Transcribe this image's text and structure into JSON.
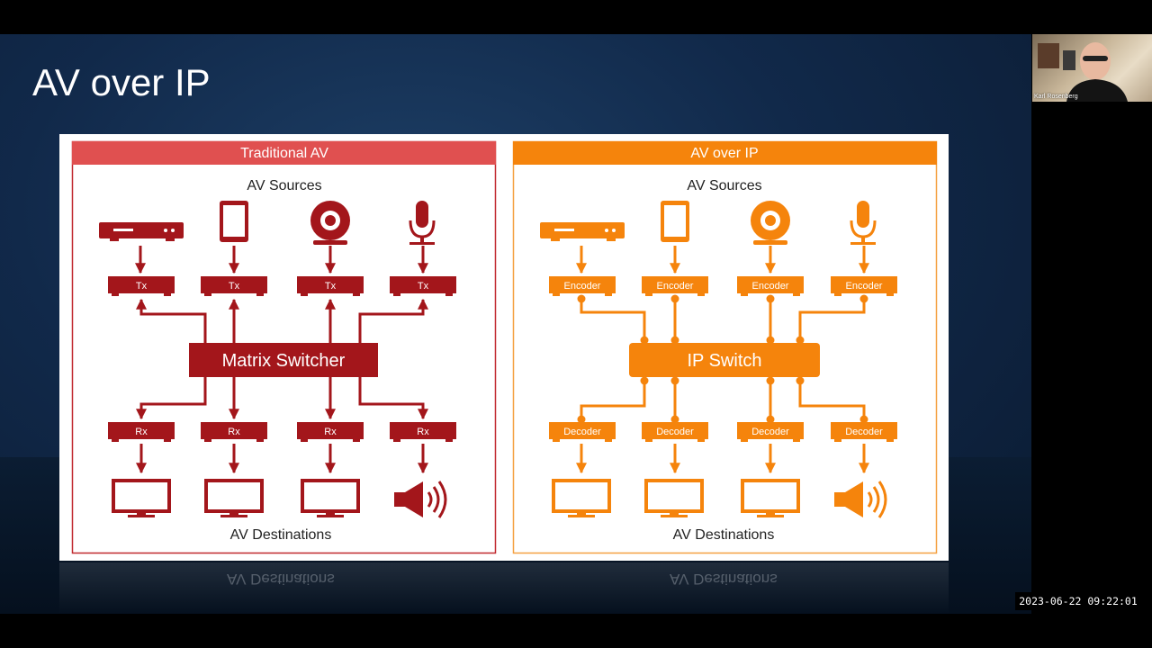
{
  "slide": {
    "title": "AV over IP"
  },
  "traditional": {
    "header": "Traditional AV",
    "sources_label": "AV Sources",
    "tx_label": "Tx",
    "core_label": "Matrix Switcher",
    "rx_label": "Rx",
    "destinations_label": "AV Destinations",
    "color": "#a3161b",
    "header_color": "#e05050"
  },
  "ip": {
    "header": "AV over IP",
    "sources_label": "AV Sources",
    "tx_label": "Encoder",
    "core_label": "IP Switch",
    "rx_label": "Decoder",
    "destinations_label": "AV Destinations",
    "color": "#f5840c",
    "header_color": "#f5840c"
  },
  "webcam": {
    "name": "Karl Rosenberg"
  },
  "timestamp": "2023-06-22 09:22:01"
}
